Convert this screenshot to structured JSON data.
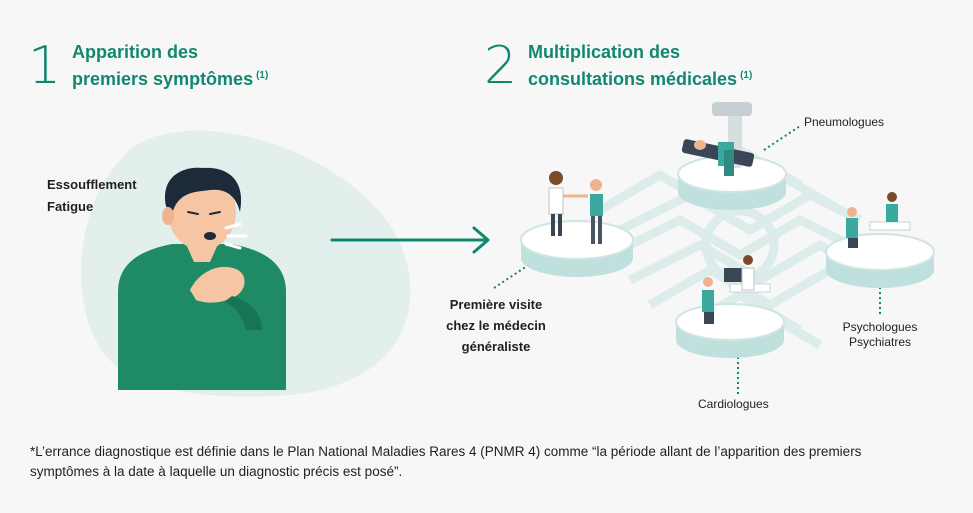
{
  "step1": {
    "number": "1",
    "title_line1": "Apparition des",
    "title_line2": "premiers symptômes",
    "ref": "(1)",
    "symptoms": [
      "Essoufflement",
      "Fatigue"
    ]
  },
  "step2": {
    "number": "2",
    "title_line1": "Multiplication des",
    "title_line2": "consultations médicales",
    "ref": "(1)",
    "first_visit": [
      "Première visite",
      "chez le médecin",
      "généraliste"
    ],
    "specialists": {
      "pneumo": "Pneumologues",
      "psycho_line1": "Psychologues",
      "psycho_line2": "Psychiatres",
      "cardio": "Cardiologues"
    }
  },
  "footnote": {
    "line1": "*L’errance diagnostique est définie dans le Plan National Maladies Rares 4 (PNMR 4) comme “la période allant de l’apparition des premiers",
    "line2": "symptômes à la date à laquelle un diagnostic précis est posé”."
  },
  "colors": {
    "brand_green": "#12876f",
    "blob": "#e2efed",
    "teal": "#3aa99f",
    "shirt": "#1e8a66",
    "skin": "#f6c6a4",
    "hair": "#1d2a3a"
  }
}
